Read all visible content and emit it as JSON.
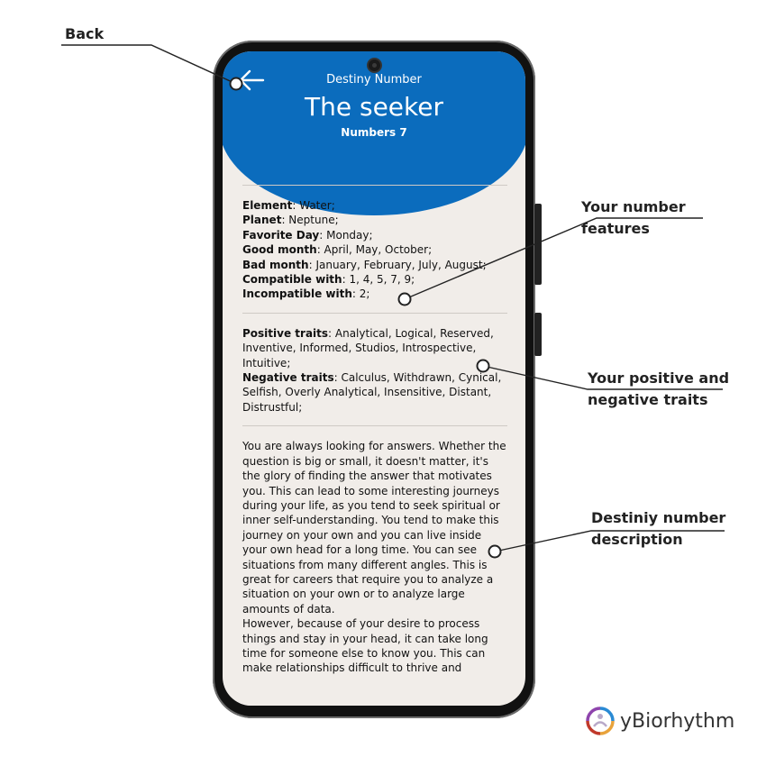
{
  "screen": {
    "header_subtitle": "Destiny Number",
    "title": "The seeker",
    "number_label": "Numbers 7"
  },
  "features": [
    {
      "key": "Element",
      "value": ": Water;"
    },
    {
      "key": "Planet",
      "value": ": Neptune;"
    },
    {
      "key": "Favorite Day",
      "value": ": Monday;"
    },
    {
      "key": "Good month",
      "value": ": April, May, October;"
    },
    {
      "key": "Bad month",
      "value": ": January, February, July, August;"
    },
    {
      "key": "Compatible with",
      "value": ": 1, 4, 5, 7, 9;"
    },
    {
      "key": "Incompatible with",
      "value": ": 2;"
    }
  ],
  "traits": {
    "positive_key": "Positive traits",
    "positive_value": ": Analytical, Logical, Reserved, Inventive, Informed, Studios, Introspective, Intuitive;",
    "negative_key": "Negative traits",
    "negative_value": ": Calculus, Withdrawn, Cynical, Selfish, Overly Analytical, Insensitive, Distant, Distrustful;"
  },
  "description": {
    "p1": "You are always looking for answers. Whether the question is big or small, it doesn't matter, it's the glory of finding the answer that motivates you. This can lead to some interesting journeys during your life, as you tend to seek spiritual or inner self-understanding. You tend to make this journey on your own and you can live inside your own head for a long time. You can see situations from many different angles. This is great for careers that require you to analyze a situation on your own or to analyze large amounts of data.",
    "p2": "However, because of your desire to process things and stay in your head, it can take long time for someone else to know you. This can make relationships difficult to thrive and"
  },
  "callouts": {
    "back": "Back",
    "features_line1": "Your number",
    "features_line2": "features",
    "traits_line1": "Your positive and",
    "traits_line2": "negative traits",
    "desc_line1": "Destiniy number",
    "desc_line2": "description"
  },
  "brand": {
    "name": "yBiorhythm"
  },
  "colors": {
    "header_blue": "#0b6cbd",
    "screen_bg": "#f1ede9"
  },
  "icons": {
    "back": "arrow-left-icon",
    "logo": "biorhythm-logo-icon"
  }
}
